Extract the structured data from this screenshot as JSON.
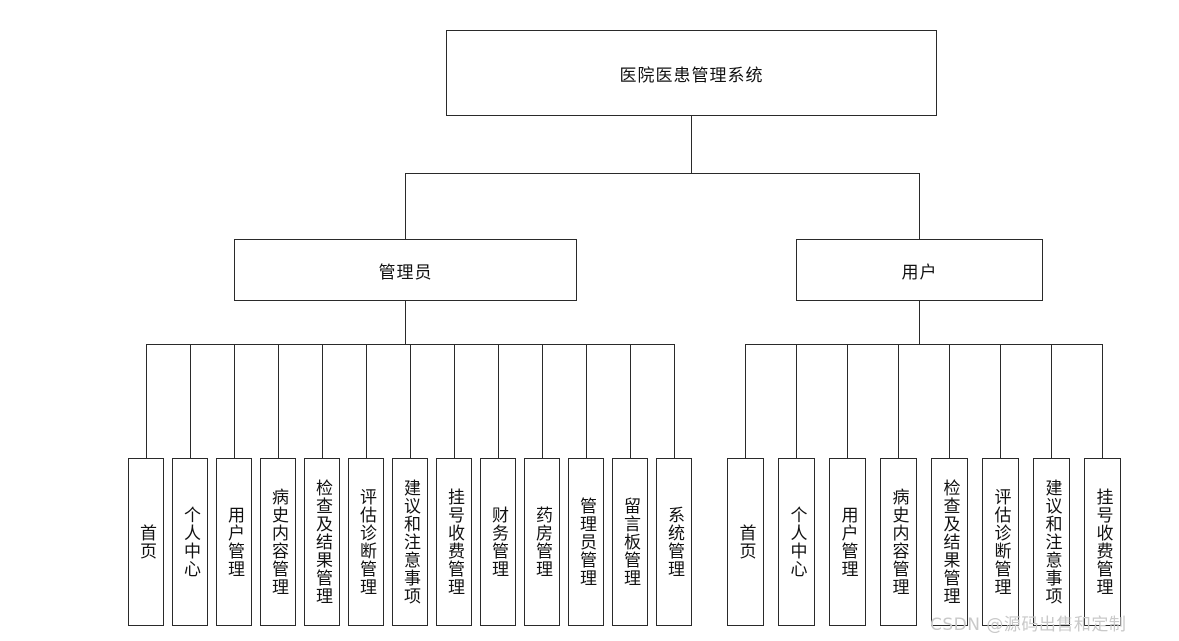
{
  "root": {
    "label": "医院医患管理系统"
  },
  "branches": [
    {
      "label": "管理员",
      "children": [
        "首页",
        "个人中心",
        "用户管理",
        "病史内容管理",
        "检查及结果管理",
        "评估诊断管理",
        "建议和注意事项",
        "挂号收费管理",
        "财务管理",
        "药房管理",
        "管理员管理",
        "留言板管理",
        "系统管理"
      ]
    },
    {
      "label": "用户",
      "children": [
        "首页",
        "个人中心",
        "用户管理",
        "病史内容管理",
        "检查及结果管理",
        "评估诊断管理",
        "建议和注意事项",
        "挂号收费管理"
      ]
    }
  ],
  "watermark": "CSDN @源码出售和定制",
  "colors": {
    "line": "#2a2a2a",
    "text": "#111111",
    "background": "#ffffff",
    "watermark": "#c9c9c9"
  }
}
